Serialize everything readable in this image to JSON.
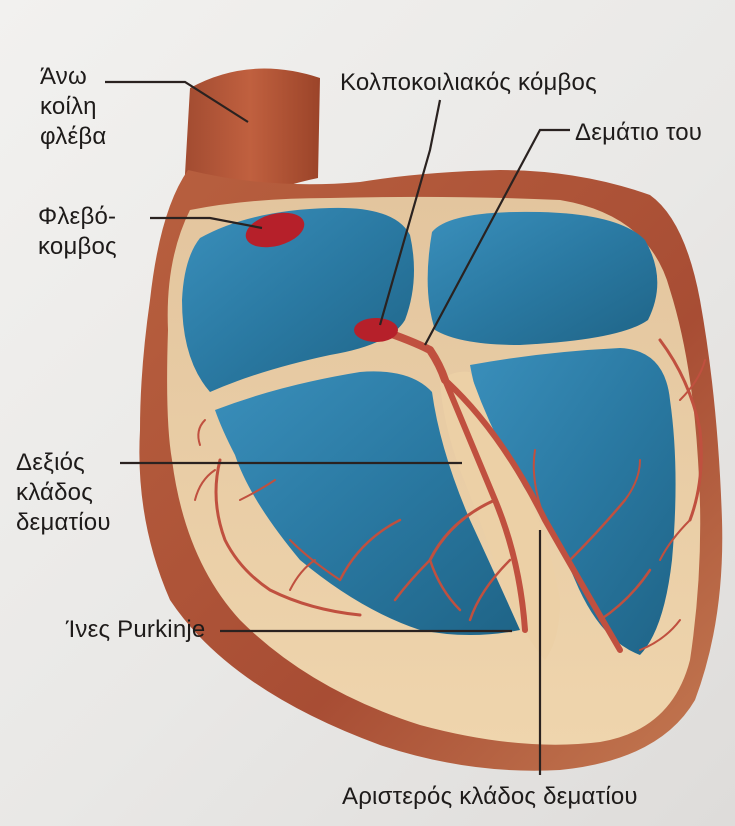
{
  "labels": {
    "superior_vena_cava": [
      "Άνω",
      "κοίλη",
      "φλέβα"
    ],
    "sinoatrial_node": [
      "Φλεβό-",
      "κομβος"
    ],
    "atrioventricular_node": "Κολποκοιλιακός κόμβος",
    "bundle_of_his": "Δεμάτιο του",
    "right_bundle_branch": [
      "Δεξιός",
      "κλάδος",
      "δεματίου"
    ],
    "purkinje_fibers": "Ίνες Purkinje",
    "left_bundle_branch": "Αριστερός κλάδος δεματίου"
  },
  "colors": {
    "myocardium": "#b0583c",
    "wall_light": "#e6c79f",
    "chamber_blue": "#2e7fa8",
    "conduction_red": "#c0503f",
    "node_red": "#b6202a",
    "leader_line": "#2a2220"
  }
}
